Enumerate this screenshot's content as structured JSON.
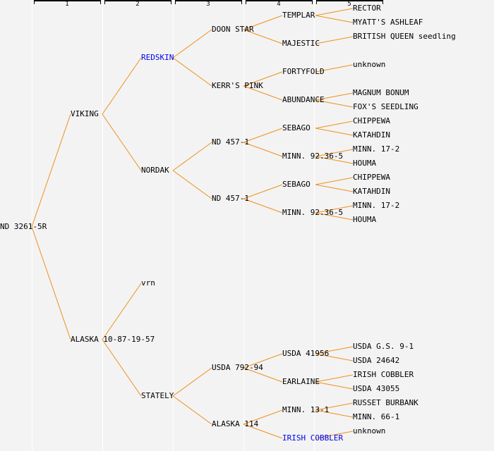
{
  "colors": {
    "background": "#f3f3f3",
    "line": "#f0901e",
    "separator": "#ffffff",
    "text": "#000000",
    "link": "#0000ee"
  },
  "generations": [
    "1",
    "2",
    "3",
    "4",
    "5"
  ],
  "tree": {
    "name": "ND 3261-5R",
    "children": [
      {
        "name": "VIKING",
        "children": [
          {
            "name": "REDSKIN",
            "link": true,
            "children": [
              {
                "name": "DOON STAR",
                "children": [
                  {
                    "name": "TEMPLAR",
                    "children": [
                      {
                        "name": "RECTOR"
                      },
                      {
                        "name": "MYATT'S ASHLEAF"
                      }
                    ]
                  },
                  {
                    "name": "MAJESTIC",
                    "children": [
                      {
                        "name": "BRITISH QUEEN seedling"
                      }
                    ]
                  }
                ]
              },
              {
                "name": "KERR'S PINK",
                "children": [
                  {
                    "name": "FORTYFOLD",
                    "children": [
                      {
                        "name": "unknown"
                      }
                    ]
                  },
                  {
                    "name": "ABUNDANCE",
                    "children": [
                      {
                        "name": "MAGNUM BONUM"
                      },
                      {
                        "name": "FOX'S SEEDLING"
                      }
                    ]
                  }
                ]
              }
            ]
          },
          {
            "name": "NORDAK",
            "children": [
              {
                "name": "ND 457-1",
                "children": [
                  {
                    "name": "SEBAGO",
                    "children": [
                      {
                        "name": "CHIPPEWA"
                      },
                      {
                        "name": "KATAHDIN"
                      }
                    ]
                  },
                  {
                    "name": "MINN. 92.36-5",
                    "children": [
                      {
                        "name": "MINN. 17-2"
                      },
                      {
                        "name": "HOUMA"
                      }
                    ]
                  }
                ]
              },
              {
                "name": "ND 457-1",
                "children": [
                  {
                    "name": "SEBAGO",
                    "children": [
                      {
                        "name": "CHIPPEWA"
                      },
                      {
                        "name": "KATAHDIN"
                      }
                    ]
                  },
                  {
                    "name": "MINN. 92.36-5",
                    "children": [
                      {
                        "name": "MINN. 17-2"
                      },
                      {
                        "name": "HOUMA"
                      }
                    ]
                  }
                ]
              }
            ]
          }
        ]
      },
      {
        "name": "ALASKA 10-87-19-57",
        "children": [
          {
            "name": "vrn"
          },
          {
            "name": "STATELY",
            "children": [
              {
                "name": "USDA 792-94",
                "children": [
                  {
                    "name": "USDA 41956",
                    "children": [
                      {
                        "name": "USDA G.S. 9-1"
                      },
                      {
                        "name": "USDA 24642"
                      }
                    ]
                  },
                  {
                    "name": "EARLAINE",
                    "children": [
                      {
                        "name": "IRISH COBBLER"
                      },
                      {
                        "name": "USDA 43055"
                      }
                    ]
                  }
                ]
              },
              {
                "name": "ALASKA 114",
                "children": [
                  {
                    "name": "MINN. 13-1",
                    "children": [
                      {
                        "name": "RUSSET BURBANK"
                      },
                      {
                        "name": "MINN. 66-1"
                      }
                    ]
                  },
                  {
                    "name": "IRISH COBBLER",
                    "link": true,
                    "children": [
                      {
                        "name": "unknown"
                      }
                    ]
                  }
                ]
              }
            ]
          }
        ]
      }
    ]
  }
}
